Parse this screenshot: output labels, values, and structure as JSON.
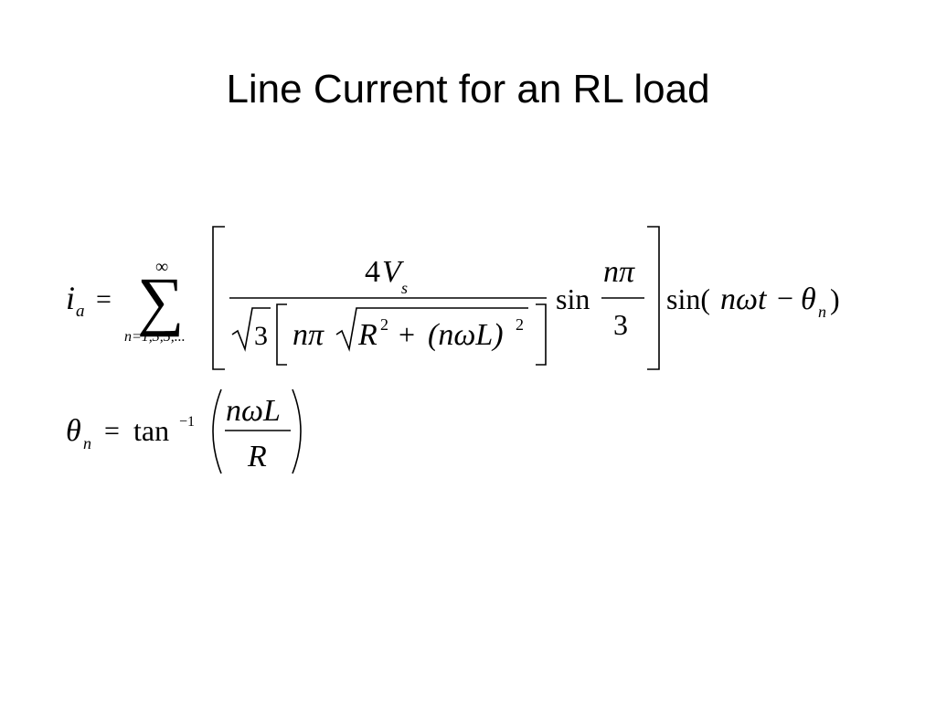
{
  "slide": {
    "title": "Line Current for an RL load"
  },
  "equations": {
    "current": {
      "lhs_symbol": "i",
      "lhs_subscript": "a",
      "equals": "=",
      "sum_symbol": "∑",
      "sum_upper": "∞",
      "sum_lower": "n=1,3,5,...",
      "numerator_coeff": "4",
      "numerator_symbol": "V",
      "numerator_subscript": "s",
      "denom_sqrt_arg": "3",
      "denom_npi": "nπ",
      "denom_R": "R",
      "denom_R_exp": "2",
      "denom_plus": "+",
      "denom_term": "(nωL)",
      "denom_term_exp": "2",
      "sin1": "sin",
      "frac2_numerator": "nπ",
      "frac2_denominator": "3",
      "sin2_open": "sin(",
      "arg_nwt": "nωt",
      "minus": "−",
      "theta": "θ",
      "theta_subscript": "n",
      "close_paren": ")"
    },
    "angle": {
      "lhs_symbol": "θ",
      "lhs_subscript": "n",
      "equals": "=",
      "func": "tan",
      "func_exp": "−1",
      "numerator": "nωL",
      "denominator": "R"
    }
  }
}
